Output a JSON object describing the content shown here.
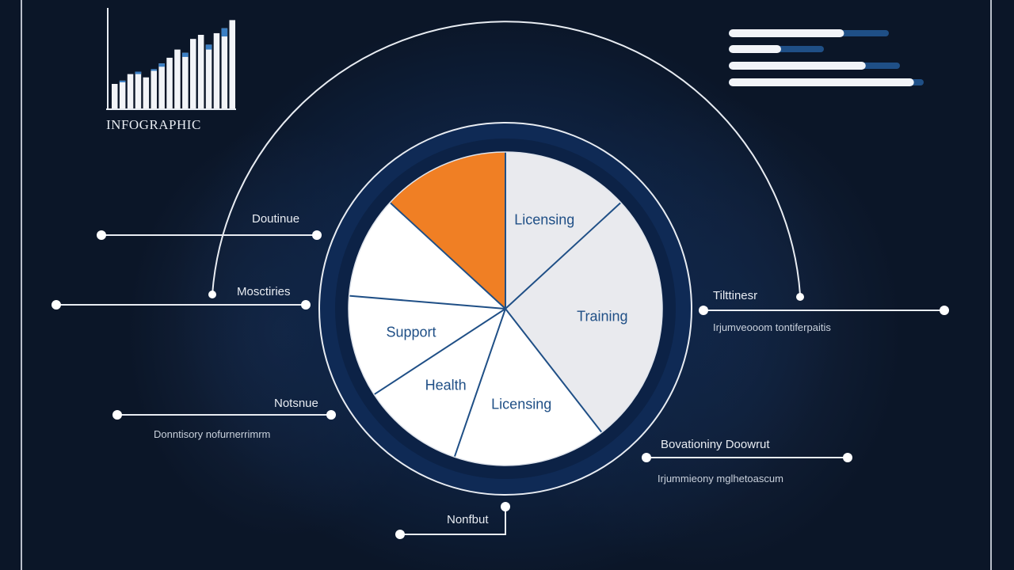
{
  "header": {
    "logo_text": "INFOGRAPHIC"
  },
  "bar_chart": {
    "values": [
      30,
      34,
      42,
      45,
      38,
      48,
      55,
      62,
      72,
      68,
      85,
      90,
      78,
      92,
      98,
      108
    ],
    "accent_tops": [
      0,
      2,
      0,
      3,
      0,
      2,
      4,
      0,
      0,
      5,
      0,
      0,
      6,
      0,
      10,
      0
    ],
    "ylim": [
      0,
      120
    ],
    "bar_color": "#f2f4f8",
    "accent_color": "#3b7fc4"
  },
  "progress_bars": {
    "items": [
      {
        "label": "",
        "level": 0.72
      },
      {
        "label": "",
        "level": 0.55
      },
      {
        "label": "",
        "level": 0.8
      },
      {
        "label": "",
        "level": 0.95
      }
    ],
    "fill_color": "#f2f4f8",
    "track_color": "#1f4f86"
  },
  "pie": {
    "slices": [
      {
        "label": "Licensing",
        "value": 12.5,
        "color": "#e9eaee"
      },
      {
        "label": "Training",
        "value": 25,
        "color": "#e9eaee"
      },
      {
        "label": "Licensing",
        "value": 15,
        "color": "#ffffff"
      },
      {
        "label": "Health",
        "value": 10,
        "color": "#ffffff"
      },
      {
        "label": "Support",
        "value": 10,
        "color": "#ffffff"
      },
      {
        "label": "",
        "value": 10,
        "color": "#ffffff"
      },
      {
        "label": "",
        "value": 12.5,
        "color": "#f07f24"
      }
    ],
    "divider_color": "#1f4f86"
  },
  "callouts": {
    "left_1": {
      "title": "Doutinue"
    },
    "left_2": {
      "title": "Mosctiries"
    },
    "left_3": {
      "title": "Notsnue",
      "subtitle": "Donntisory nofurnerrimrm"
    },
    "right_1": {
      "title": "Tilttinesr",
      "subtitle": "Irjumveooom tontiferpaitis"
    },
    "right_2": {
      "title": "Bovationiny Doowrut",
      "subtitle": "Irjummieony mglhetoascum"
    },
    "bottom": {
      "title": "Nonfbut"
    }
  },
  "colors": {
    "background": "#0b1628",
    "accent_orange": "#f07f24",
    "line_white": "#e8ecf2"
  }
}
